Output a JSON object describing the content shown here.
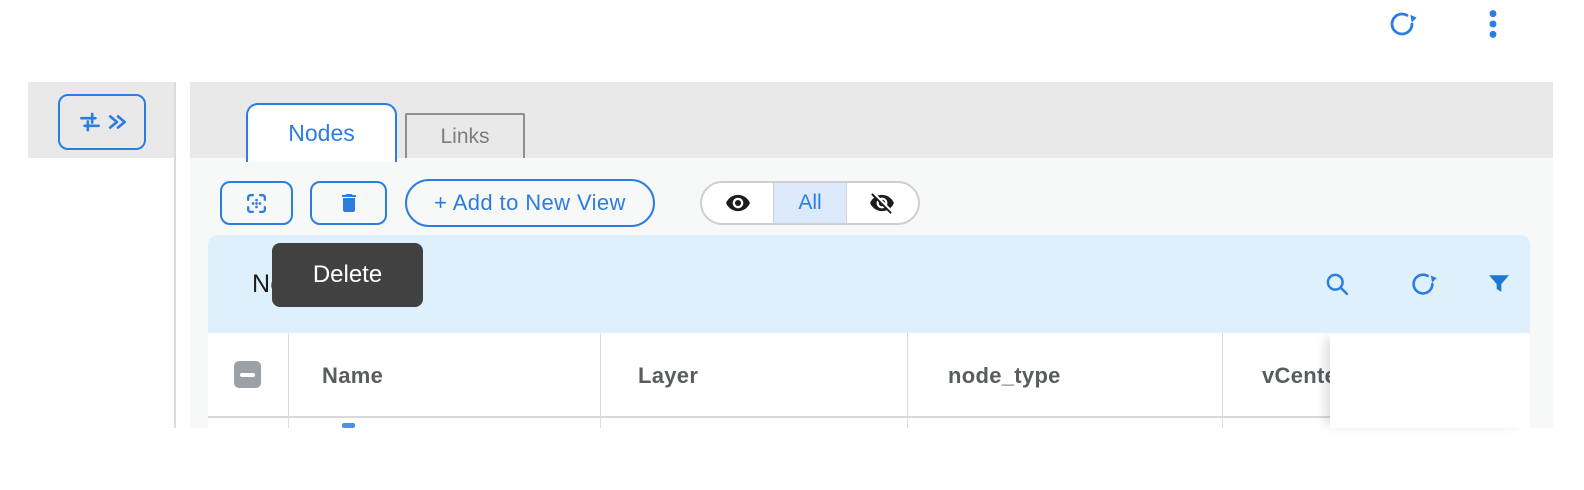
{
  "top_bar": {
    "refresh_icon": "refresh-circular-arrow",
    "menu_icon": "kebab-vertical-dots"
  },
  "sidebar": {
    "expand_button": {
      "sliders_icon": "filter-sliders",
      "chevron_icon": "double-chevron-right"
    }
  },
  "main": {
    "tabs": [
      {
        "label": "Nodes",
        "active": true
      },
      {
        "label": "Links",
        "active": false
      }
    ],
    "toolbar": {
      "select_icon": "marquee-selection",
      "delete_icon": "trash-can",
      "delete_tooltip": "Delete",
      "add_to_new_view_label": "+ Add to New View",
      "visibility_toggle": {
        "show_icon": "eye",
        "all_label": "All",
        "hide_icon": "eye-off",
        "selected": "All"
      }
    },
    "table": {
      "title": "Nodes",
      "search_icon": "magnifier",
      "refresh_icon": "refresh-circular-arrow",
      "filter_icon": "funnel-filled",
      "header_checkbox_state": "indeterminate",
      "columns": [
        "Name",
        "Layer",
        "node_type",
        "vCenter"
      ]
    }
  },
  "colors": {
    "accent_blue": "#2b7de1",
    "panel_strip_gray": "#e9e9e9",
    "content_bg": "#f7f8f8",
    "table_bar_bg": "#def0fb",
    "selected_segment_bg": "#dbe9fa",
    "tooltip_bg": "#414141",
    "checkbox_gray": "#9ba1a6"
  }
}
